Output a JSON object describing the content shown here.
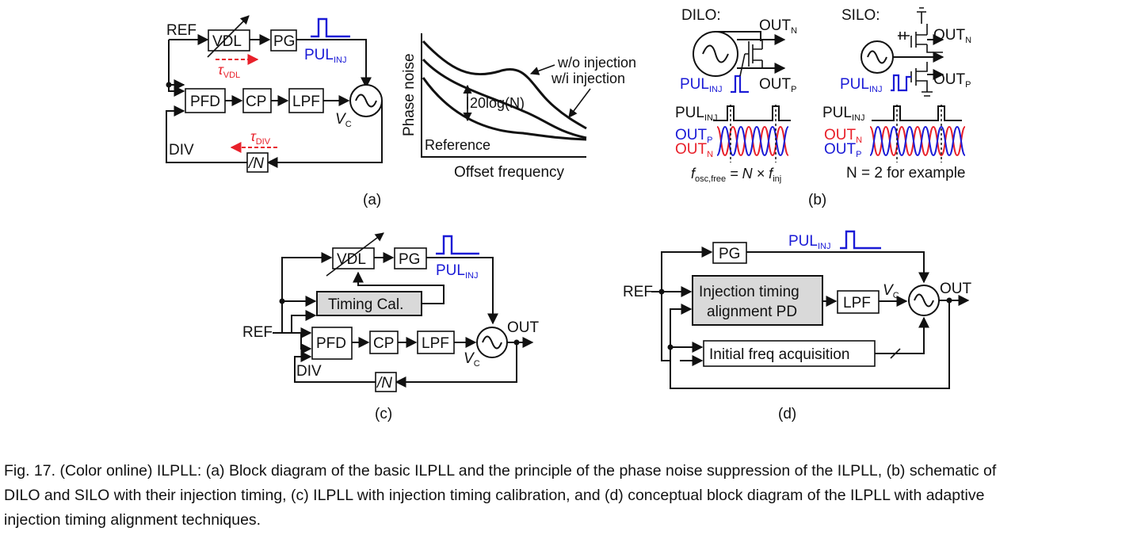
{
  "panel_a": {
    "label": "(a)",
    "ref": "REF",
    "vdl": "VDL",
    "pg": "PG",
    "pul": "PUL",
    "pul_sub": "INJ",
    "tau": "τ",
    "tau_vdl_sub": "VDL",
    "tau_div_sub": "DIV",
    "pfd": "PFD",
    "cp": "CP",
    "lpf": "LPF",
    "vc": "V",
    "vc_sub": "C",
    "div": "DIV",
    "divider": "/N",
    "y_axis": "Phase noise",
    "x_axis": "Offset frequency",
    "wo_injection": "w/o injection",
    "wi_injection": "w/i injection",
    "gain": "20log(N)",
    "reference": "Reference"
  },
  "panel_b": {
    "label": "(b)",
    "dilo": "DILO:",
    "silo": "SILO:",
    "out": "OUT",
    "sub_n": "N",
    "sub_p": "P",
    "pul": "PUL",
    "pul_sub": "INJ",
    "dilo_eq_f": "f",
    "dilo_eq_sub": "osc,free",
    "dilo_eq_rest": " = N × f",
    "dilo_eq_sub2": "inj",
    "silo_eq": "N = 2 for example"
  },
  "panel_c": {
    "label": "(c)",
    "ref": "REF",
    "vdl": "VDL",
    "pg": "PG",
    "pul": "PUL",
    "pul_sub": "INJ",
    "timing_cal": "Timing Cal.",
    "pfd": "PFD",
    "cp": "CP",
    "lpf": "LPF",
    "out": "OUT",
    "vc": "V",
    "vc_sub": "C",
    "div": "DIV",
    "divider": "/N"
  },
  "panel_d": {
    "label": "(d)",
    "ref": "REF",
    "pg": "PG",
    "pul": "PUL",
    "pul_sub": "INJ",
    "pd_line1": "Injection timing",
    "pd_line2": "alignment PD",
    "lpf": "LPF",
    "vc": "V",
    "vc_sub": "C",
    "out": "OUT",
    "acq": "Initial freq acquisition"
  },
  "caption": {
    "line1": "Fig. 17. (Color online) ILPLL: (a) Block diagram of the basic ILPLL and the principle of the phase noise suppression of the ILPLL, (b) schematic of",
    "line2": "DILO and SILO with their injection timing, (c) ILPLL with injection timing calibration, and (d) conceptual block diagram of the ILPLL with adaptive",
    "line3": "injection timing alignment techniques."
  },
  "colors": {
    "blue": "#1a1ad6",
    "red": "#e8202a",
    "gray_block": "#d9d9d9"
  }
}
